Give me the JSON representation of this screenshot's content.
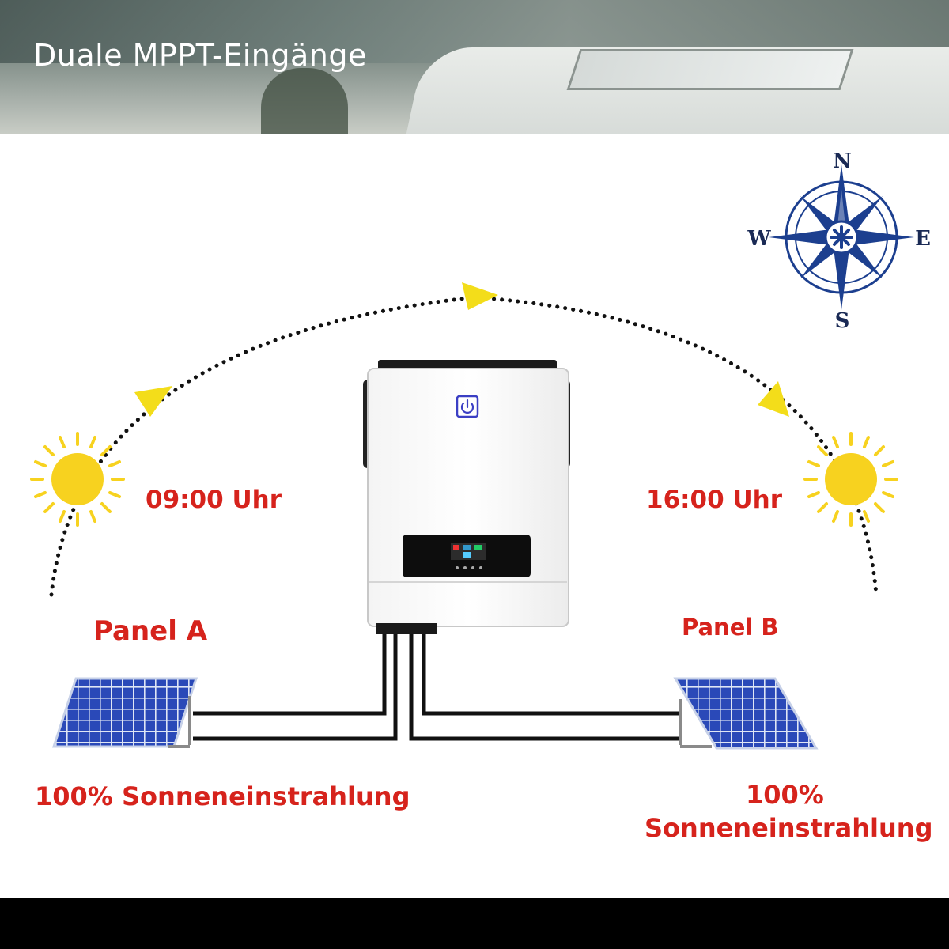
{
  "header": {
    "title": "Duale MPPT-Eingänge"
  },
  "sun_path": {
    "time_left": "09:00 Uhr",
    "time_right": "16:00 Uhr"
  },
  "panels": {
    "panel_a_label": "Panel A",
    "panel_b_label": "Panel B"
  },
  "irradiation": {
    "left": "100% Sonneneinstrahlung",
    "right_percent": "100%",
    "right_text": "Sonneneinstrahlung"
  },
  "compass": {
    "north": "N",
    "east": "E",
    "south": "S",
    "west": "W"
  },
  "colors": {
    "accent_red": "#d6231c",
    "sun_yellow": "#f7d21f",
    "arrow_yellow": "#f3dd1a",
    "compass_blue": "#1c3f8f",
    "panel_blue": "#2a49b8"
  },
  "icons": [
    "compass-rose-icon",
    "sun-icon",
    "solar-panel-icon",
    "inverter-icon",
    "power-button-icon",
    "arrow-icon"
  ]
}
